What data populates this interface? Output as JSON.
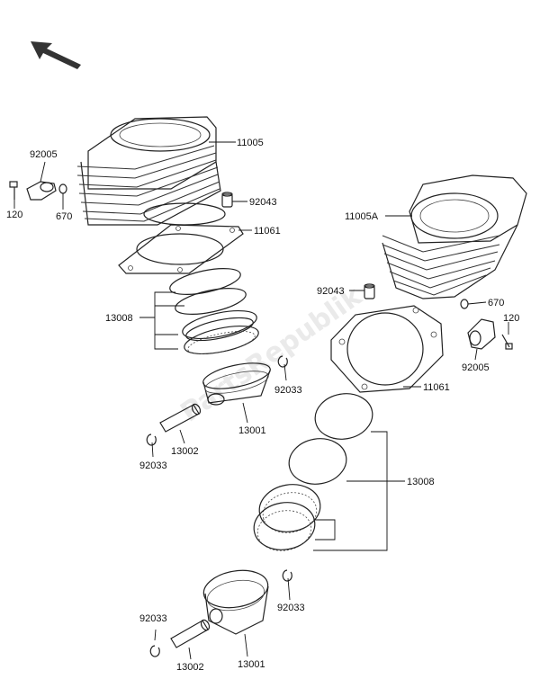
{
  "diagram": {
    "watermark": "PartsRepublik",
    "labels": {
      "cyl_front": "11005",
      "cyl_rear": "11005A",
      "gasket_left": "11061",
      "gasket_right": "11061",
      "dowel_left": "92043",
      "dowel_right": "92043",
      "fitting_left": "92005",
      "fitting_right": "92005",
      "oring_left": "670",
      "oring_right": "670",
      "bolt_left": "120",
      "bolt_right": "120",
      "rings_left": "13008",
      "rings_right": "13008",
      "piston_upper": "13001",
      "piston_lower": "13001",
      "pin_upper": "13002",
      "pin_lower": "13002",
      "clip_upper_right": "92033",
      "clip_upper_left": "92033",
      "clip_lower_right": "92033",
      "clip_lower_left": "92033"
    }
  }
}
